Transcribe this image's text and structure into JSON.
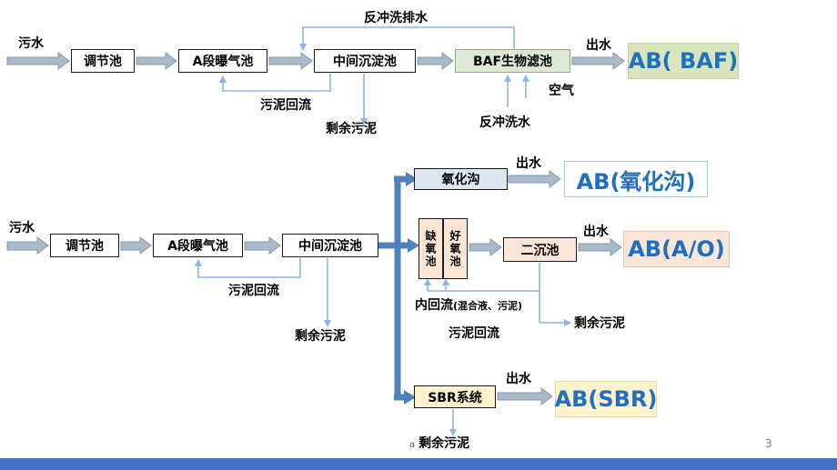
{
  "page": {
    "slide_number": "3",
    "stray_char": "a"
  },
  "colors": {
    "main_arrow": "#a9bacb",
    "branch_arrow": "#4f81bd",
    "thin_arrow": "#8eb4e3",
    "result_text": "#1f6fc0",
    "footer_bar": "#4472c4",
    "baf_fill": "#dde9d5",
    "oxidation_fill": "#dce6f1",
    "ao_fill": "#fbe5d6",
    "sbr_fill": "#fff2cc"
  },
  "top": {
    "influent": "污水",
    "tank1": "调节池",
    "tank2": "A段曝气池",
    "tank3": "中间沉淀池",
    "tank4": "BAF生物滤池",
    "effluent": "出水",
    "result": "AB( BAF)",
    "backwash_drain": "反冲洗排水",
    "sludge_return": "污泥回流",
    "excess_sludge": "剩余污泥",
    "backwash_water": "反冲洗水",
    "air": "空气"
  },
  "bottom": {
    "influent": "污水",
    "tank1": "调节池",
    "tank2": "A段曝气池",
    "tank3": "中间沉淀池",
    "sludge_return": "污泥回流",
    "excess_sludge": "剩余污泥",
    "oxidation": {
      "tank": "氧化沟",
      "effluent": "出水",
      "result": "AB(氧化沟)"
    },
    "ao": {
      "anoxic": "缺氧池",
      "aerobic": "好氧池",
      "clarifier": "二沉池",
      "effluent": "出水",
      "result": "AB(A/O)",
      "internal_recycle": "内回流",
      "internal_recycle_note": "(混合液、污泥)",
      "sludge_return": "污泥回流",
      "excess_sludge": "剩余污泥"
    },
    "sbr": {
      "tank": "SBR系统",
      "effluent": "出水",
      "result": "AB(SBR)",
      "excess_sludge": "剩余污泥"
    }
  }
}
